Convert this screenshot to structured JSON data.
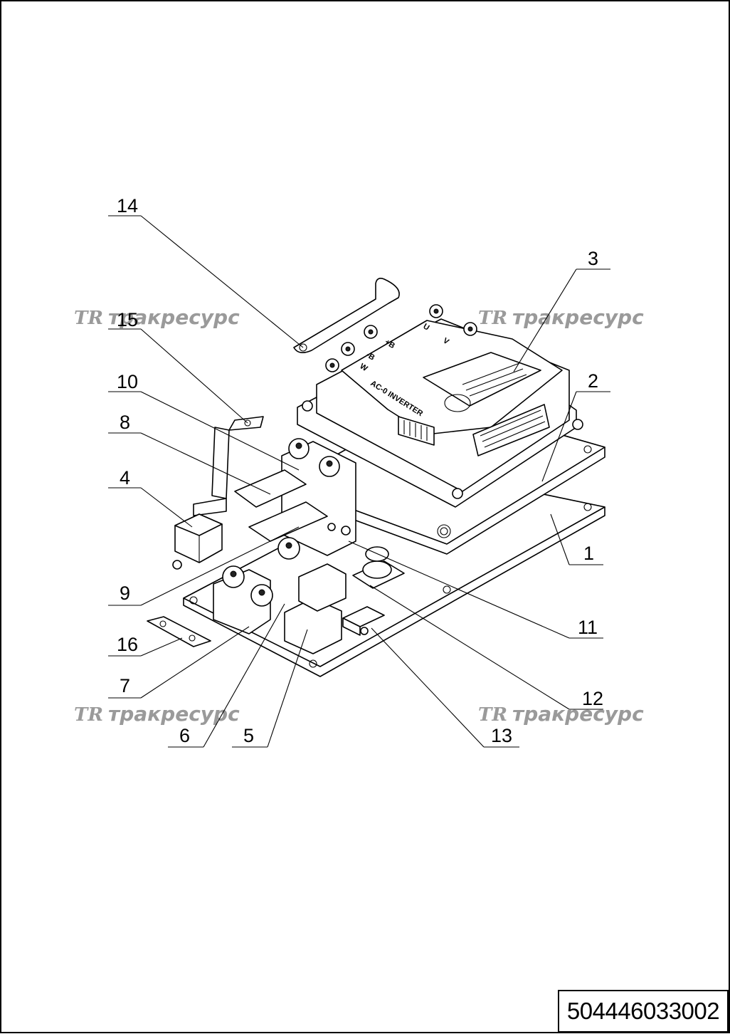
{
  "drawing": {
    "document_number": "504446033002",
    "watermark_logo": "TR",
    "watermark_text": "тракресурс",
    "inverter_title": "AC-0 INVERTER",
    "terminal_marks": [
      "W",
      "-B",
      "+B",
      "U",
      "V"
    ]
  },
  "callouts": [
    "1",
    "2",
    "3",
    "4",
    "5",
    "6",
    "7",
    "8",
    "9",
    "10",
    "11",
    "12",
    "13",
    "14",
    "15",
    "16"
  ]
}
